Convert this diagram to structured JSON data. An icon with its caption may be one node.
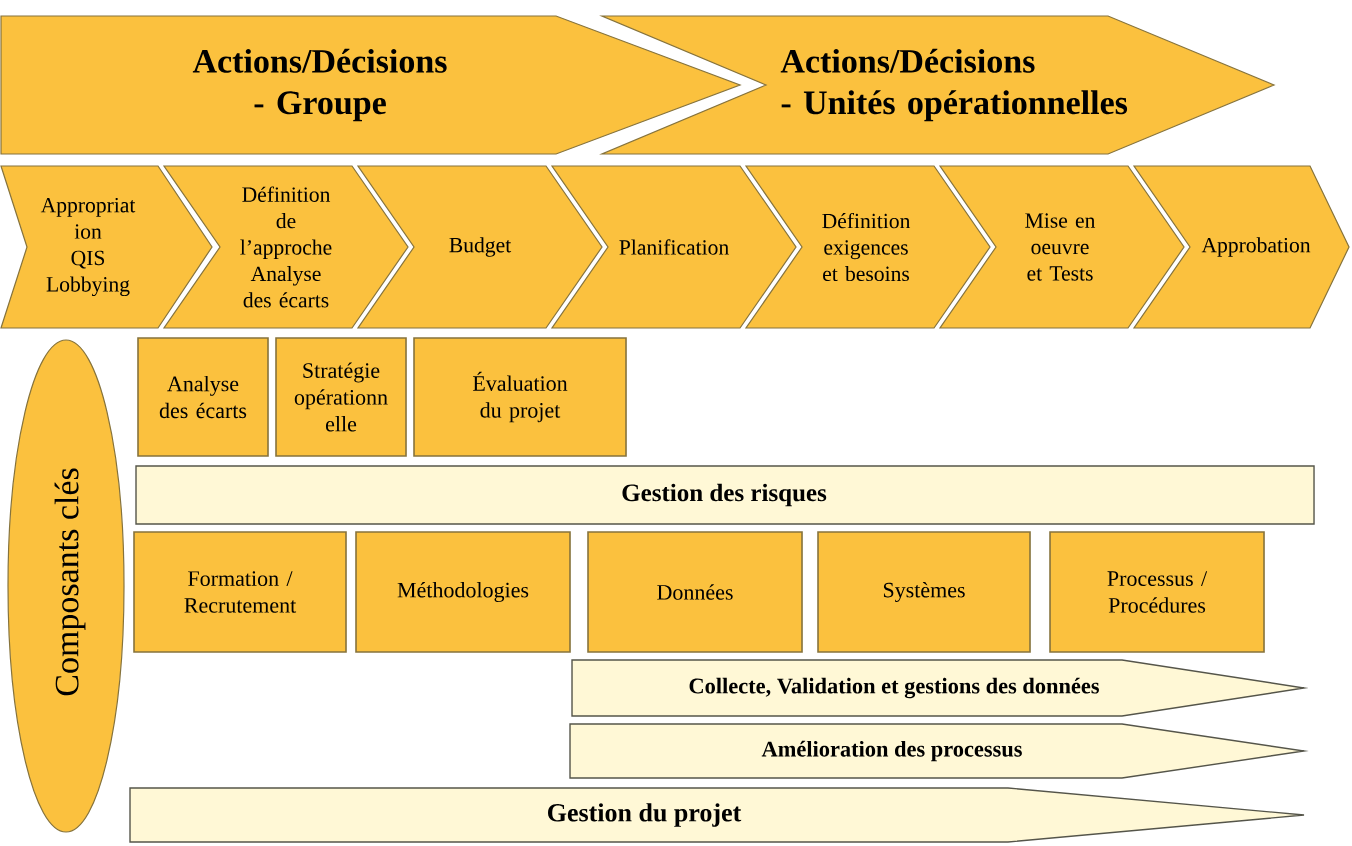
{
  "diagram": {
    "nodes": [
      {
        "text": [
          "Actions/Décisions - Groupe"
        ]
      },
      {
        "text": [
          "Actions/Décisions - Unités opérationnelles"
        ]
      },
      {
        "text": [
          "Appropriat ion QIS Lobbying"
        ]
      },
      {
        "text": [
          "Définition de l’approche Analyse des écarts"
        ]
      },
      {
        "text": [
          "Budget"
        ]
      },
      {
        "text": [
          "Planification"
        ]
      },
      {
        "text": [
          "Définition exigences et besoins"
        ]
      },
      {
        "text": [
          "Mise en oeuvre et Tests"
        ]
      },
      {
        "text": [
          "Approbation"
        ]
      },
      {
        "text": [
          "Composants clés"
        ]
      },
      {
        "text": [
          "Analyse des écarts"
        ]
      },
      {
        "text": [
          "Stratégie opérationn elle"
        ]
      },
      {
        "text": [
          "Évaluation du projet"
        ]
      },
      {
        "text": [
          "Gestion des risques"
        ]
      },
      {
        "text": [
          "Formation / Recrutement"
        ]
      },
      {
        "text": [
          "Méthodologies"
        ]
      },
      {
        "text": [
          "Données"
        ]
      },
      {
        "text": [
          "Systèmes"
        ]
      },
      {
        "text": [
          "Processus / Procédures"
        ]
      },
      {
        "text": [
          "Collecte, Validation et gestions des données"
        ]
      },
      {
        "text": [
          "Amélioration des processus"
        ]
      },
      {
        "text": [
          "Gestion du projet"
        ]
      }
    ]
  }
}
